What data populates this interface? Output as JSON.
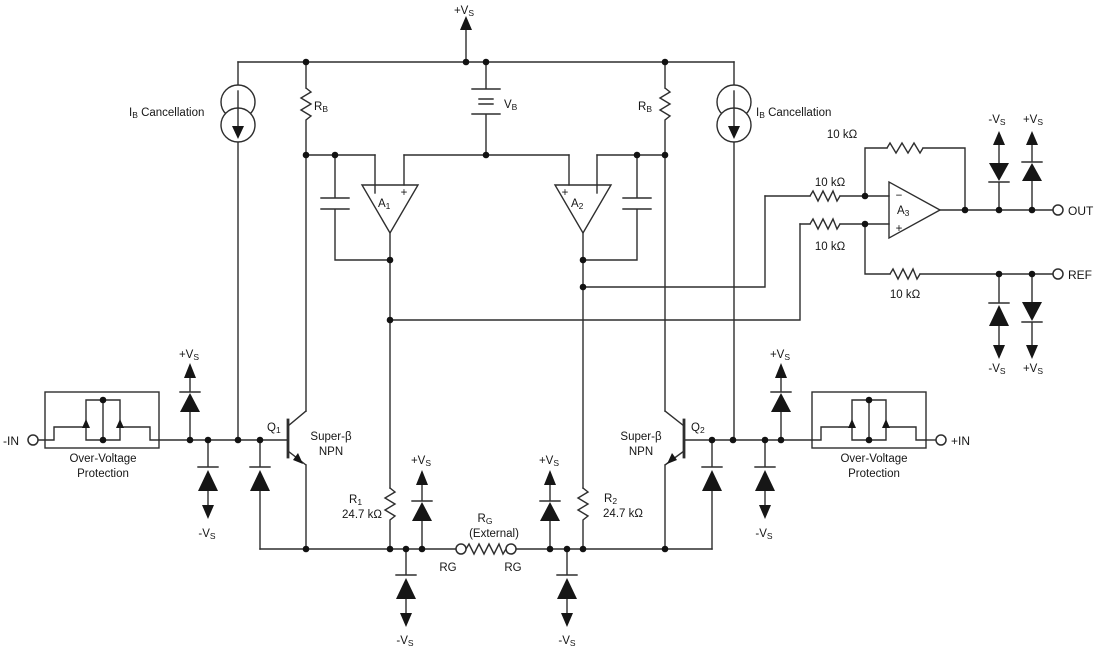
{
  "title": "Instrumentation amplifier simplified internal schematic",
  "colors": {
    "line": "#2e2e2e",
    "background": "#ffffff",
    "fill": "#161616"
  },
  "labels": {
    "plus_vs": {
      "main": "+V",
      "sub": "S"
    },
    "minus_vs": {
      "main": "-V",
      "sub": "S"
    },
    "ib": {
      "main": "I",
      "sub": "B",
      "rest": " Cancellation"
    },
    "rb": {
      "main": "R",
      "sub": "B"
    },
    "vb": {
      "main": "V",
      "sub": "B"
    },
    "a1": {
      "main": "A",
      "sub": "1"
    },
    "a2": {
      "main": "A",
      "sub": "2"
    },
    "a3": {
      "main": "A",
      "sub": "3"
    },
    "q1": {
      "main": "Q",
      "sub": "1"
    },
    "q2": {
      "main": "Q",
      "sub": "2"
    },
    "r1": {
      "main": "R",
      "sub": "1"
    },
    "r2": {
      "main": "R",
      "sub": "2"
    },
    "rg": {
      "main": "R",
      "sub": "G"
    },
    "r1_value": "24.7 kΩ",
    "r2_value": "24.7 kΩ",
    "r10k": "10 kΩ",
    "rg_external": "(External)",
    "rg_pin_left": "RG",
    "rg_pin_right": "RG",
    "super_beta": "Super-β",
    "npn": "NPN",
    "ovp_line1": "Over-Voltage",
    "ovp_line2": "Protection",
    "in_neg": "-IN",
    "in_pos": "+IN",
    "out": "OUT",
    "ref": "REF",
    "plus": "+",
    "minus": "−"
  },
  "components": {
    "amplifiers": [
      "A1",
      "A2",
      "A3"
    ],
    "transistors": [
      {
        "name": "Q1",
        "type": "Super-β NPN"
      },
      {
        "name": "Q2",
        "type": "Super-β NPN"
      }
    ],
    "resistors": [
      {
        "name": "RB",
        "count": 2
      },
      {
        "name": "R1",
        "value": "24.7 kΩ"
      },
      {
        "name": "R2",
        "value": "24.7 kΩ"
      },
      {
        "name": "A3 network",
        "value": "10 kΩ",
        "count": 4
      },
      {
        "name": "RG",
        "note": "(External)",
        "pins": [
          "RG",
          "RG"
        ]
      }
    ],
    "sources": [
      {
        "name": "IB Cancellation",
        "count": 2
      },
      {
        "name": "VB",
        "type": "battery"
      }
    ],
    "protection": [
      "Over-Voltage Protection (-IN)",
      "Over-Voltage Protection (+IN)"
    ],
    "terminals": [
      "-IN",
      "+IN",
      "OUT",
      "REF"
    ],
    "supplies": [
      "+VS",
      "-VS"
    ]
  }
}
